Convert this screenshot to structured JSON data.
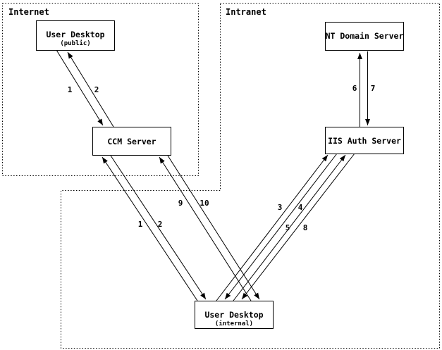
{
  "diagram": {
    "regions": {
      "internet": {
        "label": "Internet"
      },
      "intranet": {
        "label": "Intranet"
      }
    },
    "nodes": {
      "user_desktop_public": {
        "title": "User Desktop",
        "subtitle": "(public)"
      },
      "nt_domain_server": {
        "title": "NT Domain Server"
      },
      "ccm_server": {
        "title": "CCM Server"
      },
      "iis_auth_server": {
        "title": "IIS Auth Server"
      },
      "user_desktop_internal": {
        "title": "User Desktop",
        "subtitle": "(internal)"
      }
    },
    "flow_labels": {
      "public_step1": "1",
      "public_step2": "2",
      "intranet_step6": "6",
      "intranet_step7": "7",
      "ccm_internal_step1": "1",
      "ccm_internal_step2": "2",
      "ccm_internal_step9": "9",
      "ccm_internal_step10": "10",
      "iis_internal_step3": "3",
      "iis_internal_step4": "4",
      "iis_internal_step5": "5",
      "iis_internal_step8": "8"
    },
    "colors": {
      "line": "#000000",
      "background": "#ffffff"
    }
  }
}
